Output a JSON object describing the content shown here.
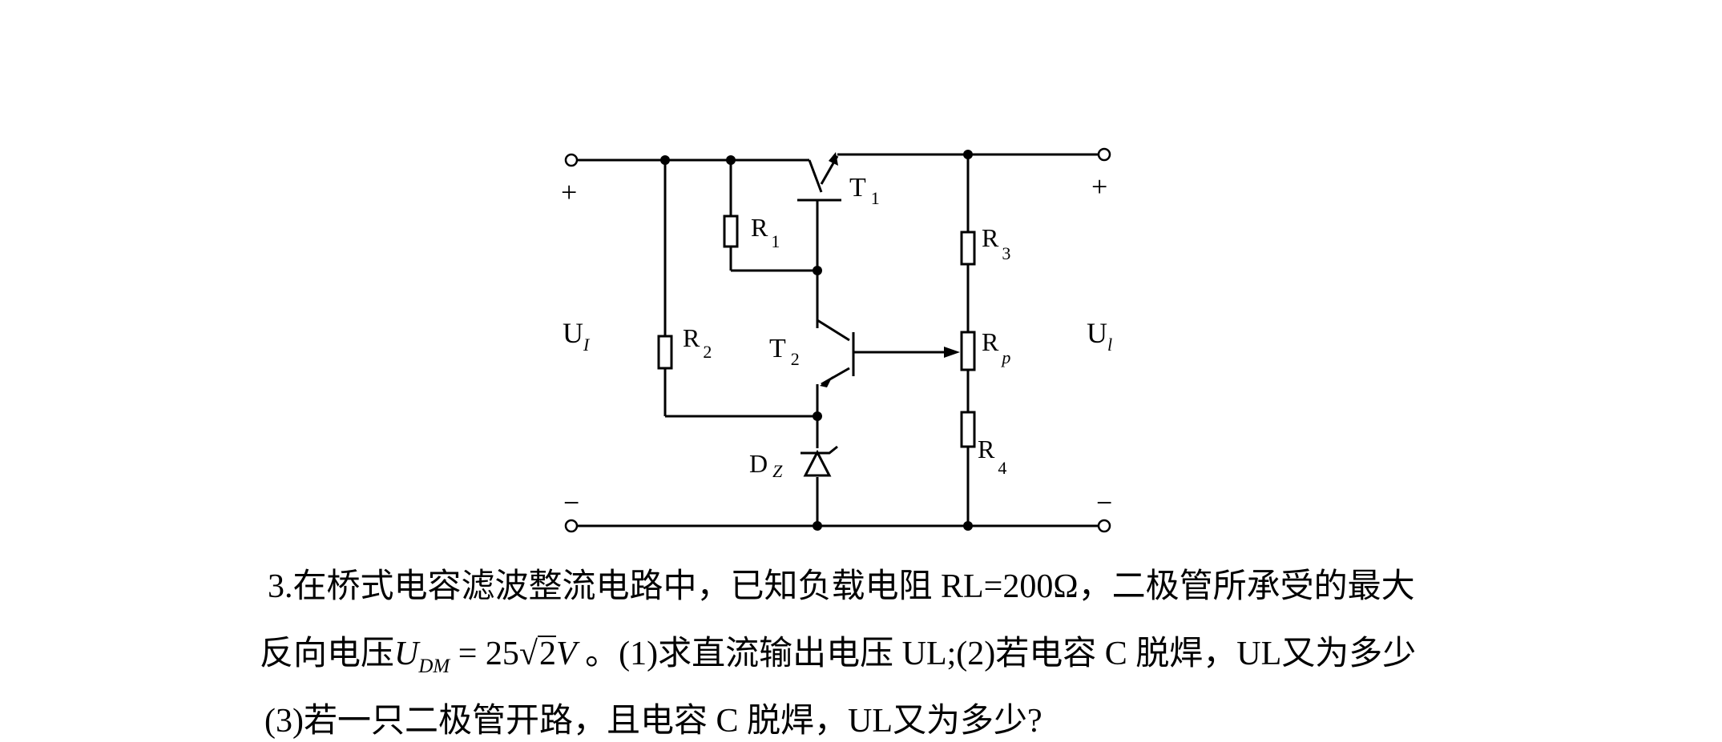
{
  "labels": {
    "input_plus": "+",
    "input_minus": "−",
    "output_plus": "+",
    "output_minus": "−",
    "ui_main": "U",
    "ui_sub": "I",
    "uo_main": "U",
    "uo_sub": "l",
    "t1_main": "T",
    "t1_sub": "1",
    "t2_main": "T",
    "t2_sub": "2",
    "r1_main": "R",
    "r1_sub": "1",
    "r2_main": "R",
    "r2_sub": "2",
    "r3_main": "R",
    "r3_sub": "3",
    "rp_main": "R",
    "rp_sub": "p",
    "r4_main": "R",
    "r4_sub": "4",
    "dz_main": "D",
    "dz_sub": "Z"
  },
  "question": {
    "line1": "3.在桥式电容滤波整流电路中，已知负载电阻 RL=200Ω，二极管所承受的最大",
    "line2_prefix": "反向电压",
    "formula_u": "U",
    "formula_sub": "DM",
    "formula_eq": " = 25",
    "formula_sqrt": "2",
    "formula_v": "V",
    "line2_suffix": " 。(1)求直流输出电压 UL;(2)若电容 C 脱焊，UL又为多少",
    "line3": "(3)若一只二极管开路，且电容 C 脱焊，UL又为多少?"
  }
}
